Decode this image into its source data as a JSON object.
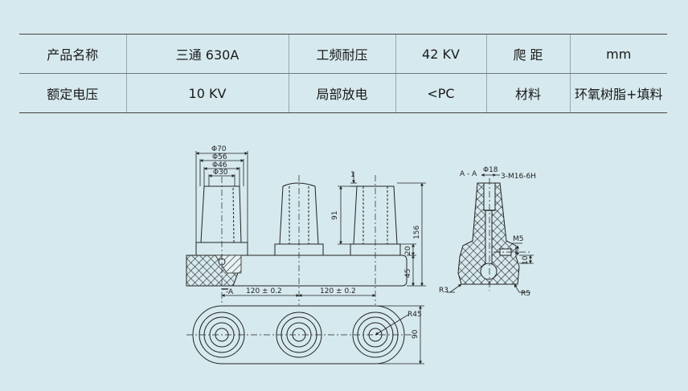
{
  "spec_table": {
    "rows": [
      {
        "cells": [
          "产品名称",
          "三通 630A",
          "工频耐压",
          "42 KV",
          "爬 距",
          "mm"
        ]
      },
      {
        "cells": [
          "额定电压",
          "10 KV",
          "局部放电",
          "<PC",
          "材料",
          "环氧树脂+填料"
        ]
      }
    ]
  },
  "drawing": {
    "dim_phi70": "Φ70",
    "dim_phi56": "Φ56",
    "dim_phi46": "Φ46",
    "dim_phi30": "Φ30",
    "dim_1": "1",
    "dim_91": "91",
    "dim_156": "156",
    "dim_20": "20",
    "dim_45": "45",
    "section_mark": "-A",
    "dim_spacing_1": "120 ± 0.2",
    "dim_spacing_2": "120 ± 0.2",
    "section_title": "A - A",
    "dim_phi18": "Φ18",
    "thread_spec": "3-M16-6H",
    "thread_m5": "M5",
    "dim_10": "10",
    "radius_r3": "R3",
    "radius_r5": "R5",
    "radius_r45": "R45",
    "dim_90": "90"
  }
}
